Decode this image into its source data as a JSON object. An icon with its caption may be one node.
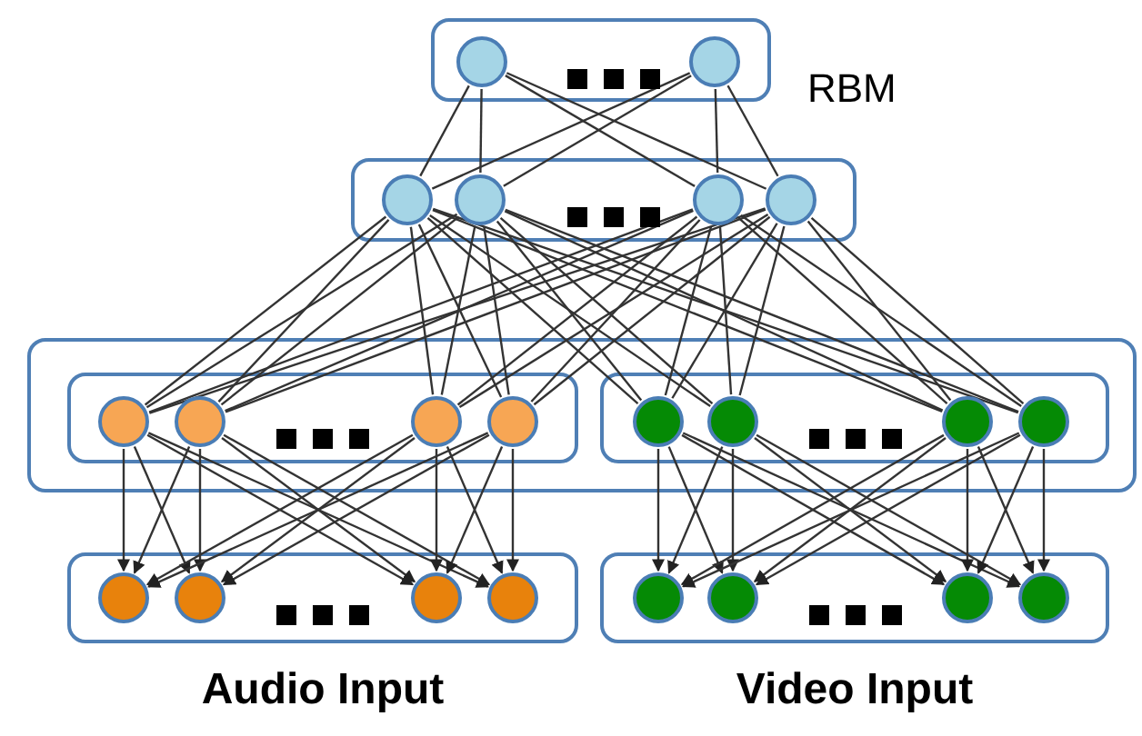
{
  "diagram": {
    "nodes": [
      {
        "text": [],
        "shape": "box"
      },
      {
        "text": [],
        "shape": "circle",
        "in": 0
      },
      {
        "text": [],
        "shape": "circle",
        "in": 0
      },
      {
        "text": [],
        "shape": "box"
      },
      {
        "text": [],
        "shape": "circle",
        "in": 3
      },
      {
        "text": [],
        "shape": "circle",
        "in": 3
      },
      {
        "text": [],
        "shape": "circle",
        "in": 3
      },
      {
        "text": [],
        "shape": "circle",
        "in": 3
      },
      {
        "text": [],
        "shape": "box"
      },
      {
        "text": [],
        "shape": "box",
        "in": 8
      },
      {
        "text": [],
        "shape": "circle",
        "in": 9
      },
      {
        "text": [],
        "shape": "circle",
        "in": 9
      },
      {
        "text": [],
        "shape": "circle",
        "in": 9
      },
      {
        "text": [],
        "shape": "circle",
        "in": 9
      },
      {
        "text": [],
        "shape": "box",
        "in": 8
      },
      {
        "text": [],
        "shape": "circle",
        "in": 14
      },
      {
        "text": [],
        "shape": "circle",
        "in": 14
      },
      {
        "text": [],
        "shape": "circle",
        "in": 14
      },
      {
        "text": [],
        "shape": "circle",
        "in": 14
      },
      {
        "text": [],
        "shape": "box",
        "beside": [
          "Audio Input"
        ]
      },
      {
        "text": [],
        "shape": "circle",
        "in": 19
      },
      {
        "text": [],
        "shape": "circle",
        "in": 19
      },
      {
        "text": [],
        "shape": "circle",
        "in": 19
      },
      {
        "text": [],
        "shape": "circle",
        "in": 19
      },
      {
        "text": [],
        "shape": "box",
        "beside": [
          "Video Input"
        ]
      },
      {
        "text": [],
        "shape": "circle",
        "in": 24
      },
      {
        "text": [],
        "shape": "circle",
        "in": 24
      },
      {
        "text": [],
        "shape": "circle",
        "in": 24
      },
      {
        "text": [],
        "shape": "circle",
        "in": 24
      }
    ],
    "edges": [
      {
        "from": 1,
        "to": 4,
        "arrow": "none"
      },
      {
        "from": 1,
        "to": 5,
        "arrow": "none"
      },
      {
        "from": 1,
        "to": 6,
        "arrow": "none"
      },
      {
        "from": 1,
        "to": 7,
        "arrow": "none"
      },
      {
        "from": 2,
        "to": 4,
        "arrow": "none"
      },
      {
        "from": 2,
        "to": 5,
        "arrow": "none"
      },
      {
        "from": 2,
        "to": 6,
        "arrow": "none"
      },
      {
        "from": 2,
        "to": 7,
        "arrow": "none"
      },
      {
        "from": 4,
        "to": 10,
        "arrow": "none"
      },
      {
        "from": 4,
        "to": 11,
        "arrow": "none"
      },
      {
        "from": 4,
        "to": 12,
        "arrow": "none"
      },
      {
        "from": 4,
        "to": 13,
        "arrow": "none"
      },
      {
        "from": 4,
        "to": 15,
        "arrow": "none"
      },
      {
        "from": 4,
        "to": 16,
        "arrow": "none"
      },
      {
        "from": 4,
        "to": 17,
        "arrow": "none"
      },
      {
        "from": 4,
        "to": 18,
        "arrow": "none"
      },
      {
        "from": 5,
        "to": 10,
        "arrow": "none"
      },
      {
        "from": 5,
        "to": 11,
        "arrow": "none"
      },
      {
        "from": 5,
        "to": 12,
        "arrow": "none"
      },
      {
        "from": 5,
        "to": 13,
        "arrow": "none"
      },
      {
        "from": 5,
        "to": 15,
        "arrow": "none"
      },
      {
        "from": 5,
        "to": 16,
        "arrow": "none"
      },
      {
        "from": 5,
        "to": 17,
        "arrow": "none"
      },
      {
        "from": 5,
        "to": 18,
        "arrow": "none"
      },
      {
        "from": 6,
        "to": 10,
        "arrow": "none"
      },
      {
        "from": 6,
        "to": 11,
        "arrow": "none"
      },
      {
        "from": 6,
        "to": 12,
        "arrow": "none"
      },
      {
        "from": 6,
        "to": 13,
        "arrow": "none"
      },
      {
        "from": 6,
        "to": 15,
        "arrow": "none"
      },
      {
        "from": 6,
        "to": 16,
        "arrow": "none"
      },
      {
        "from": 6,
        "to": 17,
        "arrow": "none"
      },
      {
        "from": 6,
        "to": 18,
        "arrow": "none"
      },
      {
        "from": 7,
        "to": 10,
        "arrow": "none"
      },
      {
        "from": 7,
        "to": 11,
        "arrow": "none"
      },
      {
        "from": 7,
        "to": 12,
        "arrow": "none"
      },
      {
        "from": 7,
        "to": 13,
        "arrow": "none"
      },
      {
        "from": 7,
        "to": 15,
        "arrow": "none"
      },
      {
        "from": 7,
        "to": 16,
        "arrow": "none"
      },
      {
        "from": 7,
        "to": 17,
        "arrow": "none"
      },
      {
        "from": 7,
        "to": 18,
        "arrow": "none"
      },
      {
        "from": 10,
        "to": 20,
        "arrow": "to"
      },
      {
        "from": 10,
        "to": 21,
        "arrow": "to"
      },
      {
        "from": 10,
        "to": 22,
        "arrow": "to"
      },
      {
        "from": 10,
        "to": 23,
        "arrow": "to"
      },
      {
        "from": 11,
        "to": 20,
        "arrow": "to"
      },
      {
        "from": 11,
        "to": 21,
        "arrow": "to"
      },
      {
        "from": 11,
        "to": 22,
        "arrow": "to"
      },
      {
        "from": 11,
        "to": 23,
        "arrow": "to"
      },
      {
        "from": 12,
        "to": 20,
        "arrow": "to"
      },
      {
        "from": 12,
        "to": 21,
        "arrow": "to"
      },
      {
        "from": 12,
        "to": 22,
        "arrow": "to"
      },
      {
        "from": 12,
        "to": 23,
        "arrow": "to"
      },
      {
        "from": 13,
        "to": 20,
        "arrow": "to"
      },
      {
        "from": 13,
        "to": 21,
        "arrow": "to"
      },
      {
        "from": 13,
        "to": 22,
        "arrow": "to"
      },
      {
        "from": 13,
        "to": 23,
        "arrow": "to"
      },
      {
        "from": 15,
        "to": 25,
        "arrow": "to"
      },
      {
        "from": 15,
        "to": 26,
        "arrow": "to"
      },
      {
        "from": 15,
        "to": 27,
        "arrow": "to"
      },
      {
        "from": 15,
        "to": 28,
        "arrow": "to"
      },
      {
        "from": 16,
        "to": 25,
        "arrow": "to"
      },
      {
        "from": 16,
        "to": 26,
        "arrow": "to"
      },
      {
        "from": 16,
        "to": 27,
        "arrow": "to"
      },
      {
        "from": 16,
        "to": 28,
        "arrow": "to"
      },
      {
        "from": 17,
        "to": 25,
        "arrow": "to"
      },
      {
        "from": 17,
        "to": 26,
        "arrow": "to"
      },
      {
        "from": 17,
        "to": 27,
        "arrow": "to"
      },
      {
        "from": 17,
        "to": 28,
        "arrow": "to"
      },
      {
        "from": 18,
        "to": 25,
        "arrow": "to"
      },
      {
        "from": 18,
        "to": 26,
        "arrow": "to"
      },
      {
        "from": 18,
        "to": 27,
        "arrow": "to"
      },
      {
        "from": 18,
        "to": 28,
        "arrow": "to"
      }
    ],
    "labels": [
      "RBM"
    ]
  }
}
